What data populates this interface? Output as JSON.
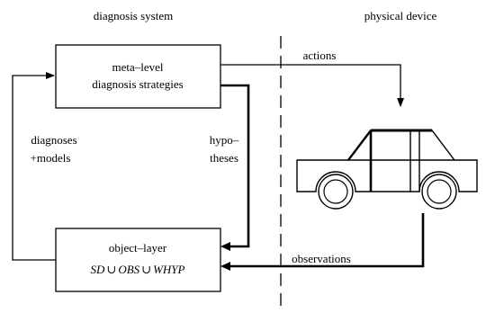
{
  "headers": {
    "left": "diagnosis system",
    "right": "physical device"
  },
  "meta_box": {
    "line1": "meta–level",
    "line2": "diagnosis strategies"
  },
  "object_box": {
    "line1": "object–layer",
    "formula": {
      "sd": "SD",
      "union": "∪",
      "obs": "OBS",
      "why": "WHYP"
    }
  },
  "arrows": {
    "actions": "actions",
    "observations": "observations",
    "hypotheses_line1": "hypo–",
    "hypotheses_line2": "theses",
    "diagnoses_line1": "diagnoses",
    "diagnoses_line2": "+models"
  },
  "device": {
    "icon": "car-icon"
  }
}
